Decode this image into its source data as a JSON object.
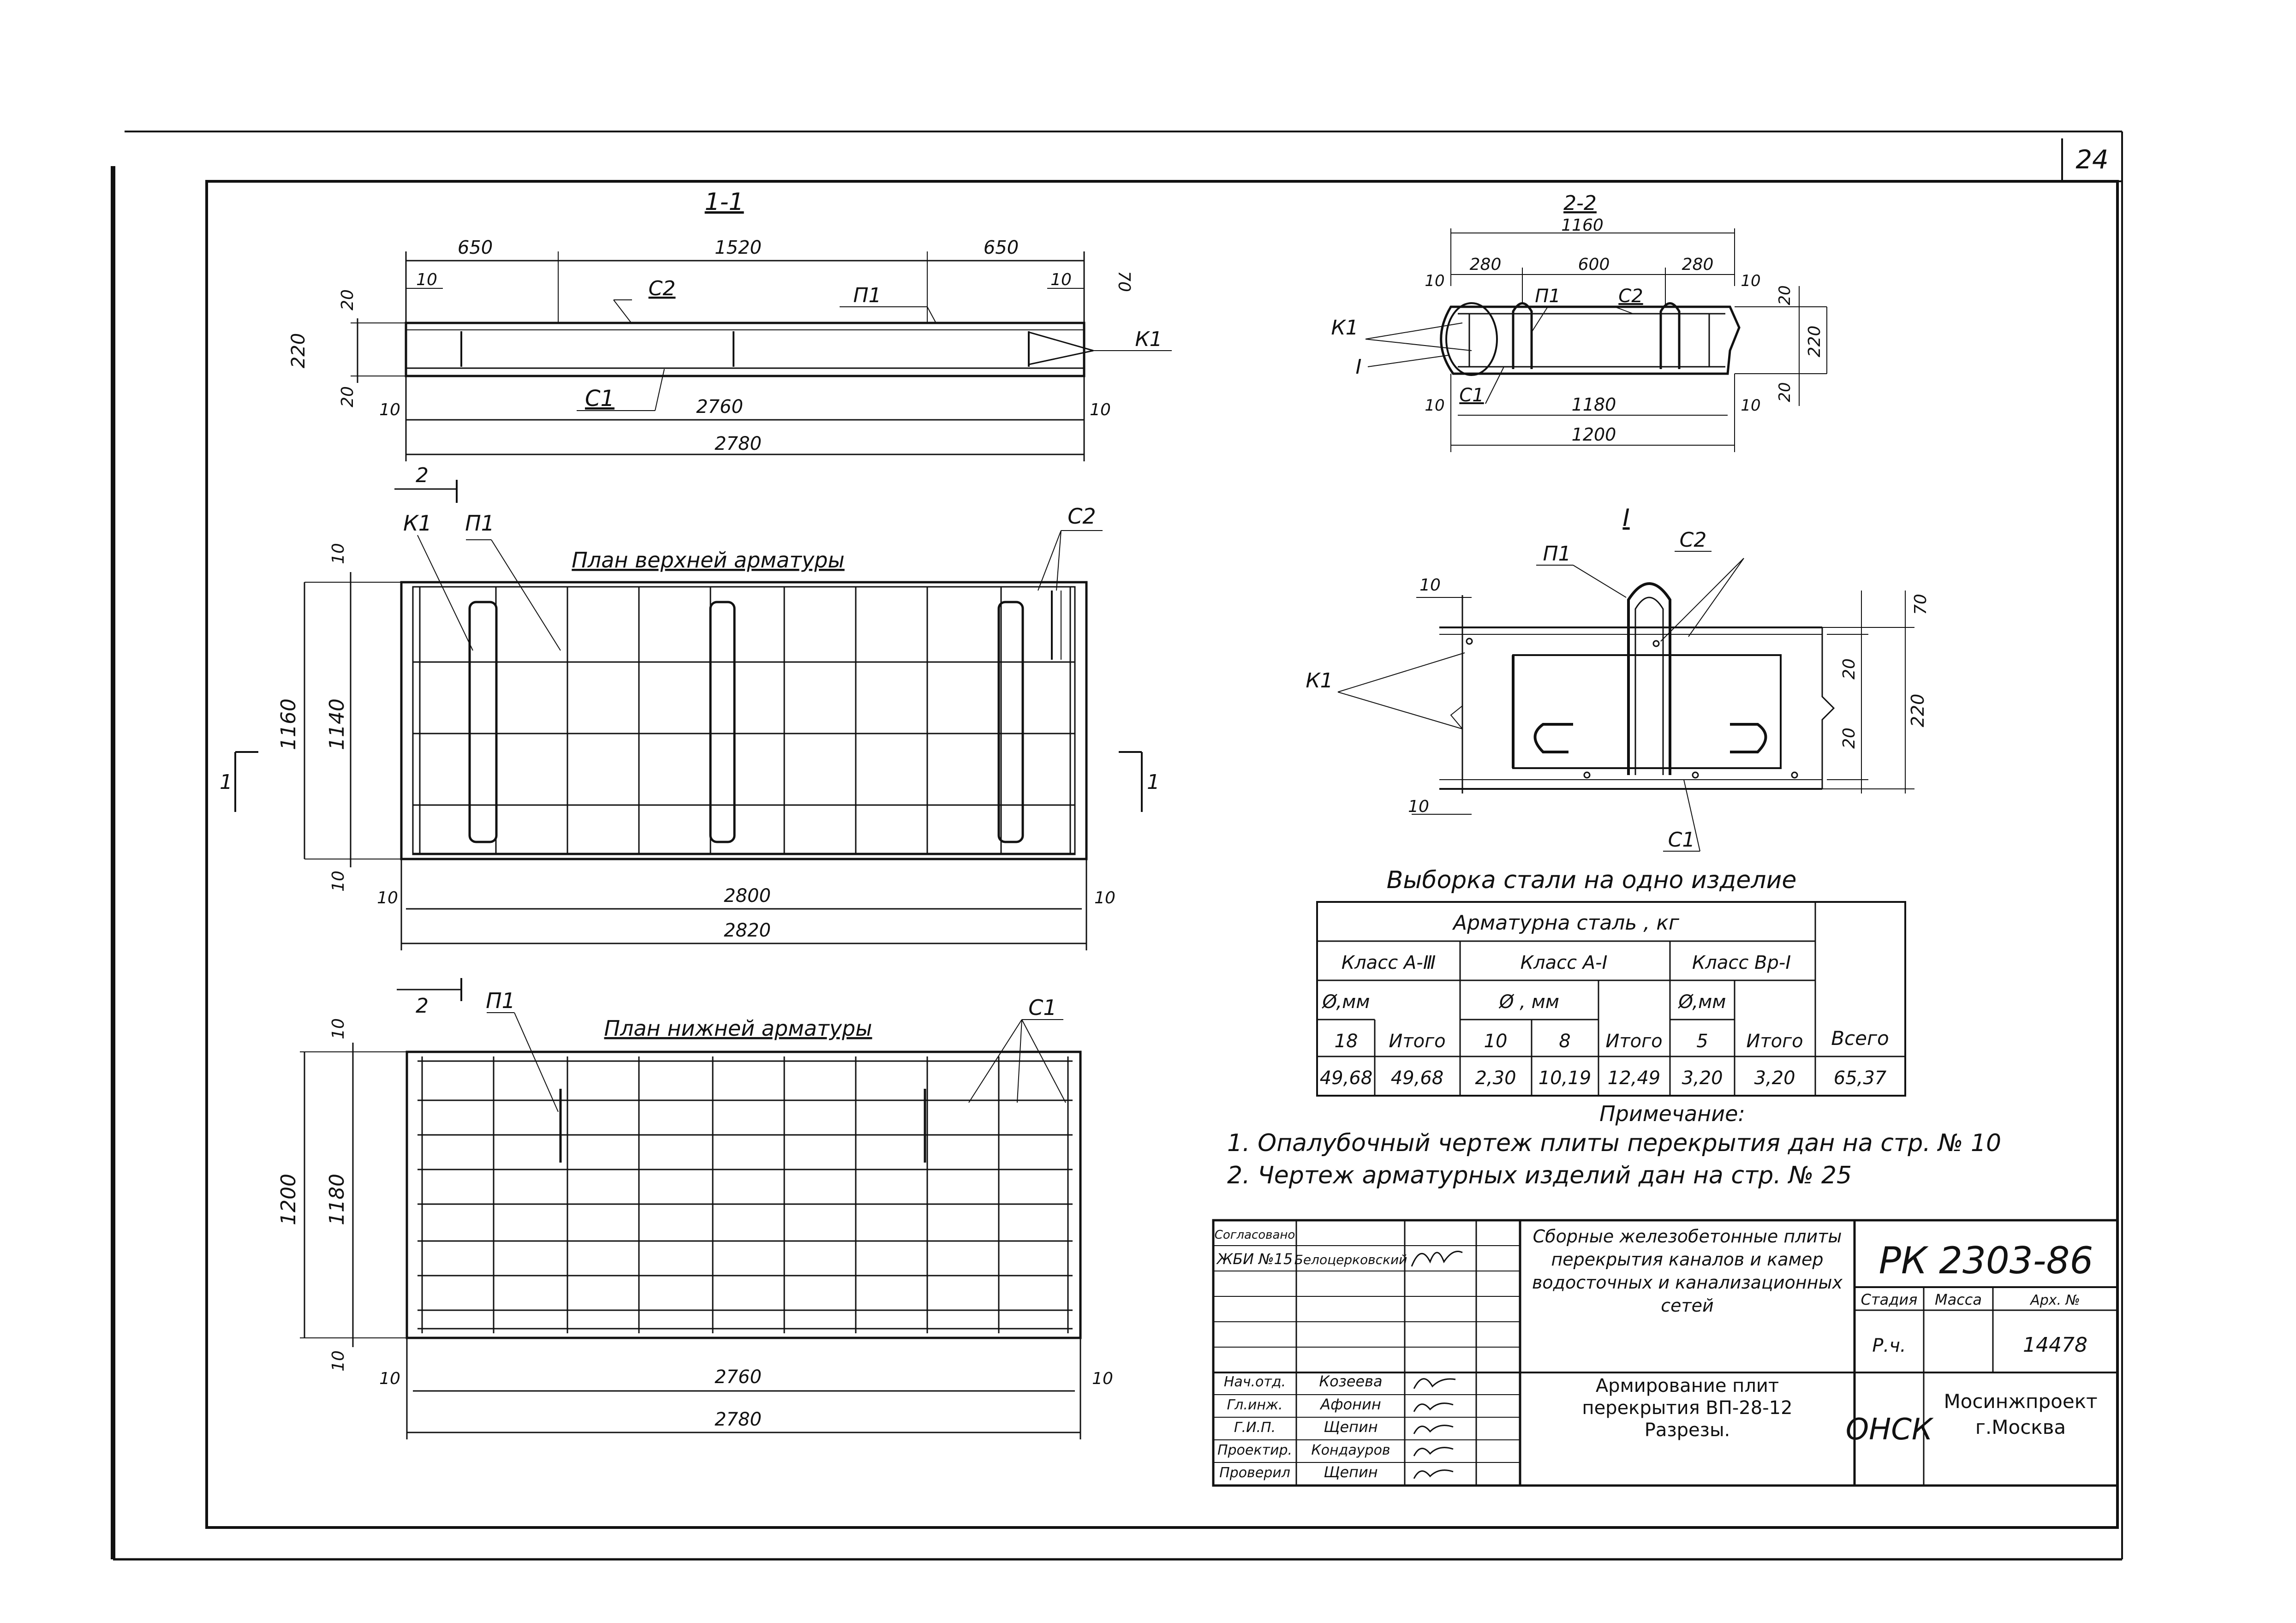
{
  "sheet_number": "24",
  "section_1_1": {
    "title": "1-1",
    "dims_top": [
      "650",
      "1520",
      "650"
    ],
    "dim_10_left": "10",
    "dim_10_right": "10",
    "dim_70": "70",
    "dim_20_top": "20",
    "dim_20_bottom": "20",
    "dim_220": "220",
    "dim_10_bl": "10",
    "dim_10_br": "10",
    "dim_2760": "2760",
    "dim_2780": "2780",
    "labels": {
      "c2": "С2",
      "p1": "П1",
      "k1": "К1",
      "c1": "С1"
    },
    "cut_2": "2"
  },
  "section_2_2": {
    "title": "2-2",
    "dim_1160": "1160",
    "dims_top": [
      "280",
      "600",
      "280"
    ],
    "dim_10_tl": "10",
    "dim_10_tr": "10",
    "dim_20_r1": "20",
    "dim_220": "220",
    "dim_20_r2": "20",
    "dim_10_bl": "10",
    "dim_10_br": "10",
    "dim_1180": "1180",
    "dim_1200": "1200",
    "labels": {
      "k1": "К1",
      "p1": "П1",
      "c2": "С2",
      "i": "I",
      "c1": "С1"
    }
  },
  "detail_i": {
    "title": "I",
    "labels": {
      "p1": "П1",
      "c2": "С2",
      "k1": "К1",
      "c1": "С1"
    },
    "dim_10_top": "10",
    "dim_70": "70",
    "dim_20a": "20",
    "dim_20b": "20",
    "dim_220": "220",
    "dim_10_bottom": "10"
  },
  "plan_top": {
    "title": "План верхней арматуры",
    "labels": {
      "k1": "К1",
      "p1": "П1",
      "c2": "С2"
    },
    "dim_10_top": "10",
    "dim_10_bottom": "10",
    "dim_1160": "1160",
    "dim_1140": "1140",
    "dim_10_left": "10",
    "dim_10_right": "10",
    "dim_2800": "2800",
    "dim_2820": "2820",
    "cut_left": "1",
    "cut_right": "1"
  },
  "plan_bottom": {
    "title": "План нижней арматуры",
    "labels": {
      "p1": "П1",
      "c1": "С1"
    },
    "cut_2": "2",
    "dim_10_top": "10",
    "dim_10_bottom": "10",
    "dim_1200": "1200",
    "dim_1180": "1180",
    "dim_10_left": "10",
    "dim_10_right": "10",
    "dim_2760": "2760",
    "dim_2780": "2780"
  },
  "steel_table": {
    "title": "Выборка стали на одно изделие",
    "group_header": "Арматурна сталь , кг",
    "class_a3": "Класс А-Ⅲ",
    "class_a1": "Класс А-Ⅰ",
    "class_vr1": "Класс Вр-Ⅰ",
    "diam_mm": "Ø,мм",
    "diam_mm_a1": "Ø , мм",
    "diam_mm_vr": "Ø,мм",
    "total_label": "Итого",
    "grand_total_label": "Всего",
    "diameters": [
      "18",
      "Итого",
      "10",
      "8",
      "Итого",
      "5",
      "Итого"
    ],
    "values": [
      "49,68",
      "49,68",
      "2,30",
      "10,19",
      "12,49",
      "3,20",
      "3,20",
      "65,37"
    ]
  },
  "notes": {
    "title": "Примечание:",
    "items": [
      "1. Опалубочный чертеж плиты перекрытия дан на стр. № 10",
      "2. Чертеж арматурных изделий дан на стр. № 25"
    ]
  },
  "title_block": {
    "agreed_label": "Согласовано",
    "agreed_org": "ЖБИ №15",
    "agreed_name": "Белоцерковский",
    "roles": [
      "Нач.отд.",
      "Гл.инж.",
      "Г.И.П.",
      "Проектир.",
      "Проверил"
    ],
    "names": [
      "Козеева",
      "Афонин",
      "Щепин",
      "Кондауров",
      "Щепин"
    ],
    "project_title": "Сборные железобетонные плиты перекрытия каналов и камер водосточных и канализационных сетей",
    "doc_code": "РК 2303-86",
    "col_stage": "Стадия",
    "col_mass": "Масса",
    "col_arch": "Арх. №",
    "stage": "Р.ч.",
    "mass": "",
    "arch_no": "14478",
    "sheet_title": "Армирование плит перекрытия ВП-28-12 Разрезы.",
    "dept": "ОНСК",
    "org": "Мосинжпроект г.Москва"
  }
}
